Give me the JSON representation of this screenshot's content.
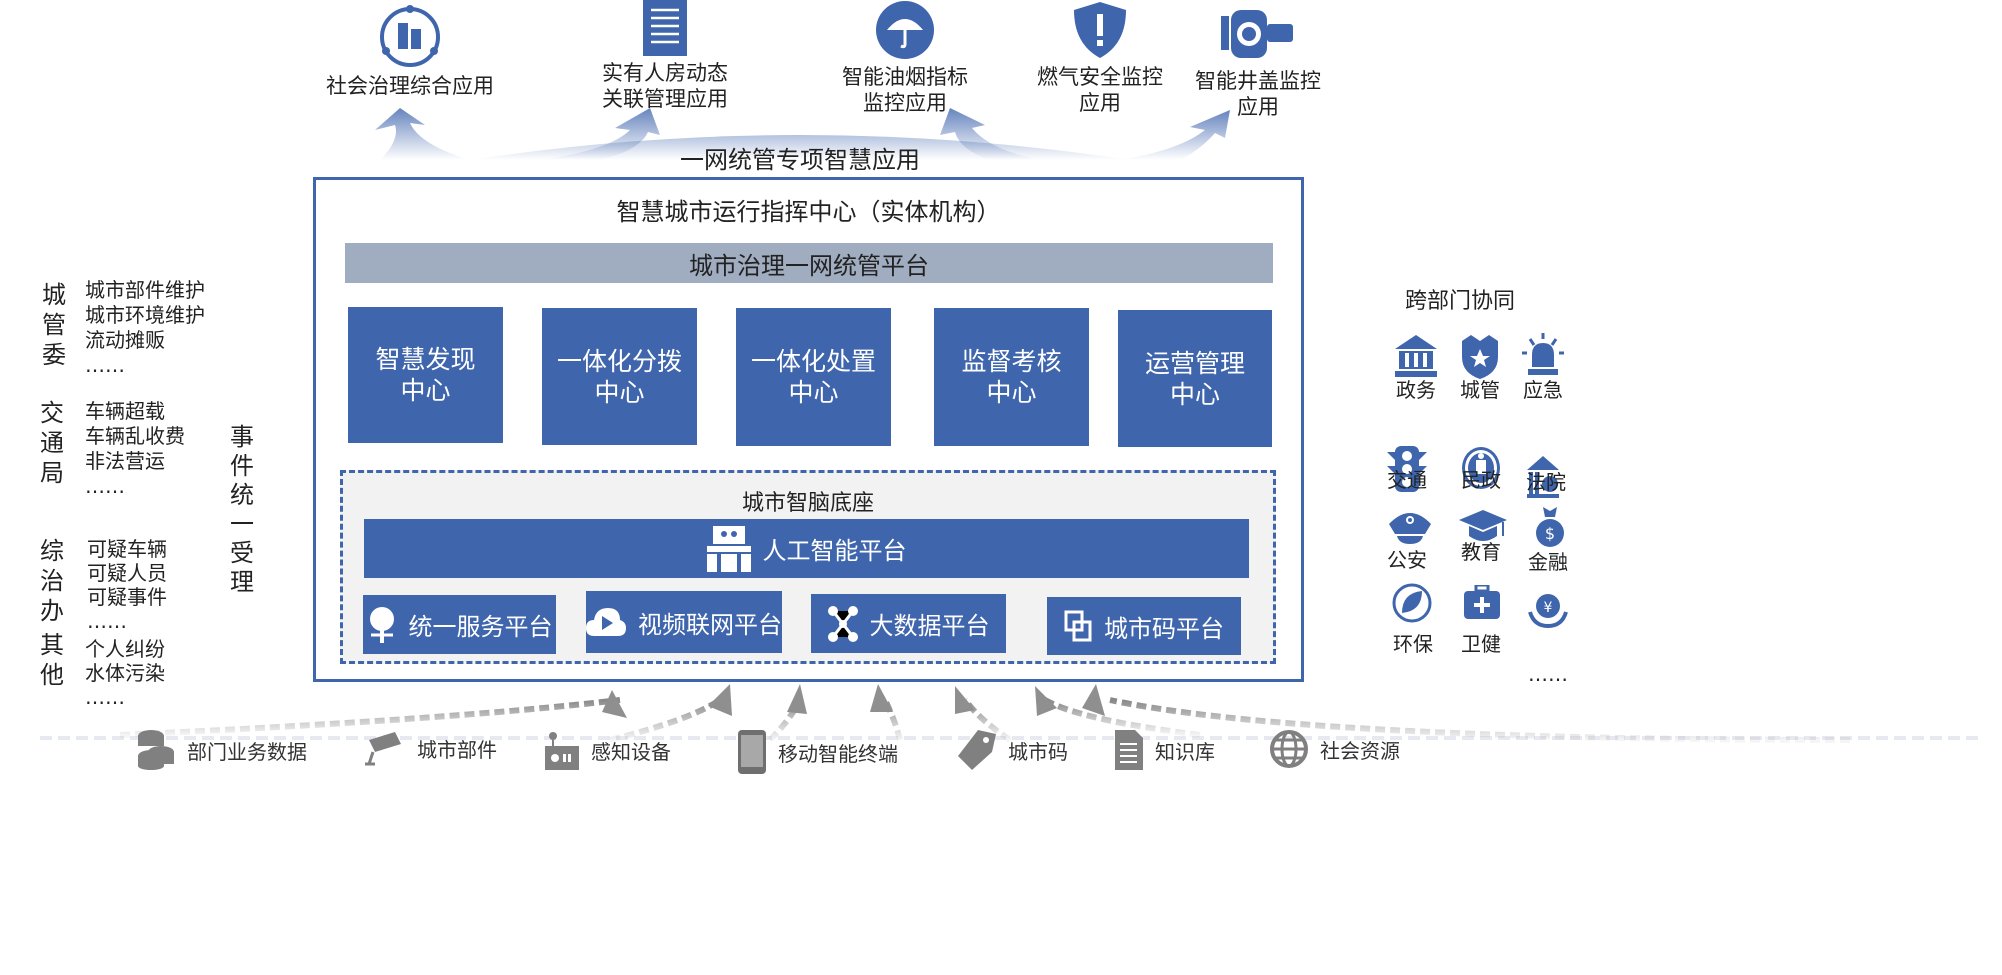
{
  "top_apps": [
    {
      "icon": "city-governance-icon",
      "lines": [
        "社会治理综合应用"
      ]
    },
    {
      "icon": "document-icon",
      "lines": [
        "实有人房动态",
        "关联管理应用"
      ]
    },
    {
      "icon": "umbrella-icon",
      "lines": [
        "智能油烟指标",
        "监控应用"
      ]
    },
    {
      "icon": "shield-alert-icon",
      "lines": [
        "燃气安全监控",
        "应用"
      ]
    },
    {
      "icon": "camera-icon",
      "lines": [
        "智能井盖监控",
        "应用"
      ]
    }
  ],
  "arc_title": "一网统管专项智慧应用",
  "center": {
    "title": "智慧城市运行指挥中心（实体机构）",
    "platform_bar": "城市治理一网统管平台",
    "centers": [
      "智慧发现\n中心",
      "一体化分拨\n中心",
      "一体化处置\n中心",
      "监督考核\n中心",
      "运营管理\n中心"
    ],
    "base_title": "城市智脑底座",
    "ai_platform": "人工智能平台",
    "platforms": [
      "统一服务平台",
      "视频联网平台",
      "大数据平台",
      "城市码平台"
    ]
  },
  "left": {
    "groups": [
      {
        "head": "城\n管\n委",
        "items": "城市部件维护\n城市环境维护\n流动摊贩\n……"
      },
      {
        "head": "交\n通\n局",
        "items": "车辆超载\n车辆乱收费\n非法营运\n……"
      },
      {
        "head": "综\n治\n办",
        "items": "可疑车辆\n可疑人员\n可疑事件\n……"
      },
      {
        "head": "其\n他",
        "items": "个人纠纷\n水体污染\n……"
      }
    ],
    "event_label": "事\n件\n统\n一\n受\n理"
  },
  "right": {
    "title": "跨部门协同",
    "depts": [
      {
        "label": "政务",
        "icon": "government-building-icon"
      },
      {
        "label": "城管",
        "icon": "police-badge-icon"
      },
      {
        "label": "应急",
        "icon": "siren-icon"
      },
      {
        "label": "交通",
        "icon": "traffic-light-icon"
      },
      {
        "label": "民政",
        "icon": "civil-affairs-emblem-icon"
      },
      {
        "label": "法院",
        "icon": "court-icon"
      },
      {
        "label": "公安",
        "icon": "police-cap-icon"
      },
      {
        "label": "教育",
        "icon": "graduation-cap-icon"
      },
      {
        "label": "金融",
        "icon": "money-bag-icon"
      },
      {
        "label": "环保",
        "icon": "leaf-icon"
      },
      {
        "label": "卫健",
        "icon": "medical-kit-icon"
      },
      {
        "label": "……",
        "icon": "yuan-hand-icon"
      }
    ]
  },
  "sources": [
    {
      "label": "部门业务数据",
      "icon": "database-icon"
    },
    {
      "label": "城市部件",
      "icon": "cctv-camera-icon"
    },
    {
      "label": "感知设备",
      "icon": "sensor-device-icon"
    },
    {
      "label": "移动智能终端",
      "icon": "mobile-phone-icon"
    },
    {
      "label": "城市码",
      "icon": "tag-icon"
    },
    {
      "label": "知识库",
      "icon": "knowledge-doc-icon"
    },
    {
      "label": "社会资源",
      "icon": "globe-icon"
    }
  ],
  "colors": {
    "primary": "#3f65ad",
    "bar": "#a0adc0",
    "base_bg": "#f2f2f2",
    "arrow": "#9a9a9a"
  }
}
